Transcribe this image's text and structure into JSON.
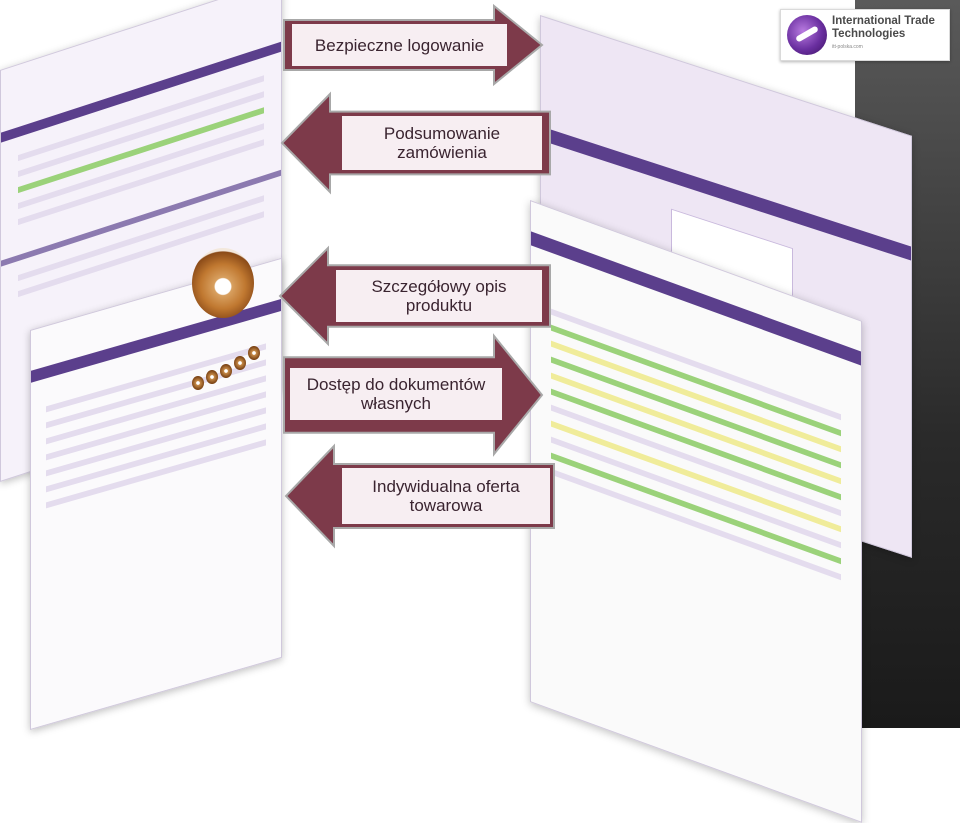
{
  "logo": {
    "line1": "International Trade",
    "line2": "Technologies",
    "line3": "itt-polska.com"
  },
  "arrows": [
    {
      "label": "Bezpieczne logowanie",
      "direction": "right"
    },
    {
      "label": "Podsumowanie zamówienia",
      "direction": "left"
    },
    {
      "label": "Szczegółowy opis produktu",
      "direction": "left"
    },
    {
      "label": "Dostęp do dokumentów własnych",
      "direction": "right"
    },
    {
      "label": "Indywidualna oferta towarowa",
      "direction": "left"
    }
  ],
  "colors": {
    "arrow_fill": "#7d3a4a",
    "arrow_stroke": "#a8a8a8",
    "label_bg": "#f7eef2",
    "accent": "#5b3f8c"
  }
}
